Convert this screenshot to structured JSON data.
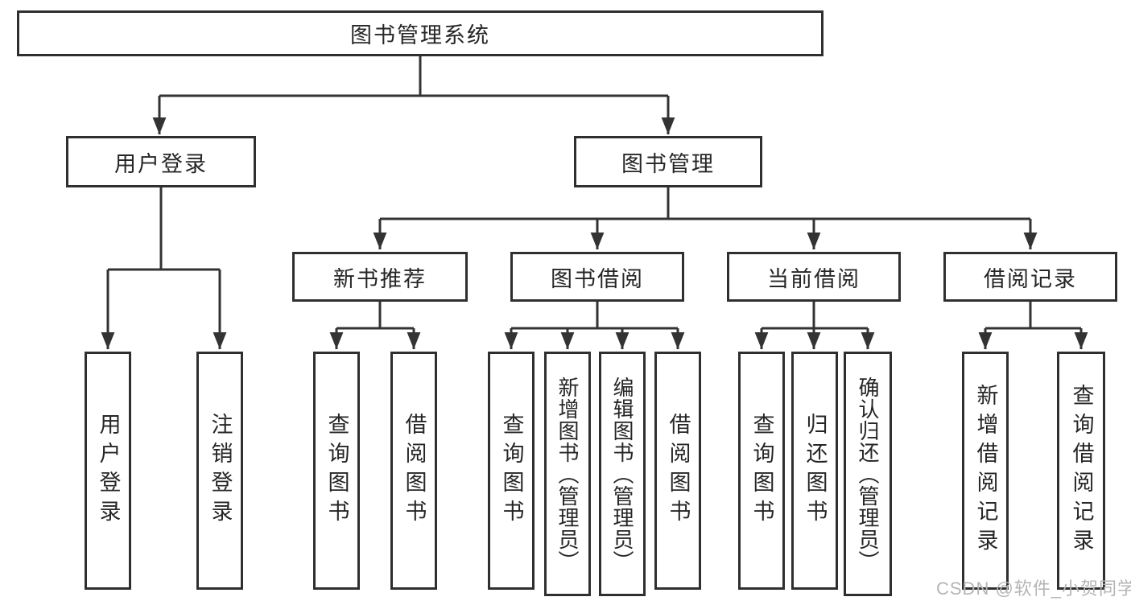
{
  "nodes": {
    "root": "图书管理系统",
    "user_login": "用户登录",
    "book_management": "图书管理",
    "new_book_recommend": "新书推荐",
    "book_borrowing": "图书借阅",
    "current_borrowing": "当前借阅",
    "borrowing_records": "借阅记录",
    "ul_user_login": "用户登录",
    "ul_logout": "注销登录",
    "nbr_query_books": "查询图书",
    "nbr_borrow_books": "借阅图书",
    "bb_query_books": "查询图书",
    "bb_add_books_admin": "新增图书（管理员）",
    "bb_edit_books_admin": "编辑图书（管理员）",
    "bb_borrow_books": "借阅图书",
    "cb_query_books": "查询图书",
    "cb_return_books": "归还图书",
    "cb_confirm_return_admin": "确认归还（管理员）",
    "br_add_record": "新增借阅记录",
    "br_query_record": "查询借阅记录"
  },
  "watermark": {
    "text": "CSDN @软件_小贺同学",
    "color": "#b5b5b5"
  },
  "colors": {
    "line": "#333333",
    "box_border": "#2f2f2f",
    "text": "#262626",
    "background": "#ffffff"
  }
}
